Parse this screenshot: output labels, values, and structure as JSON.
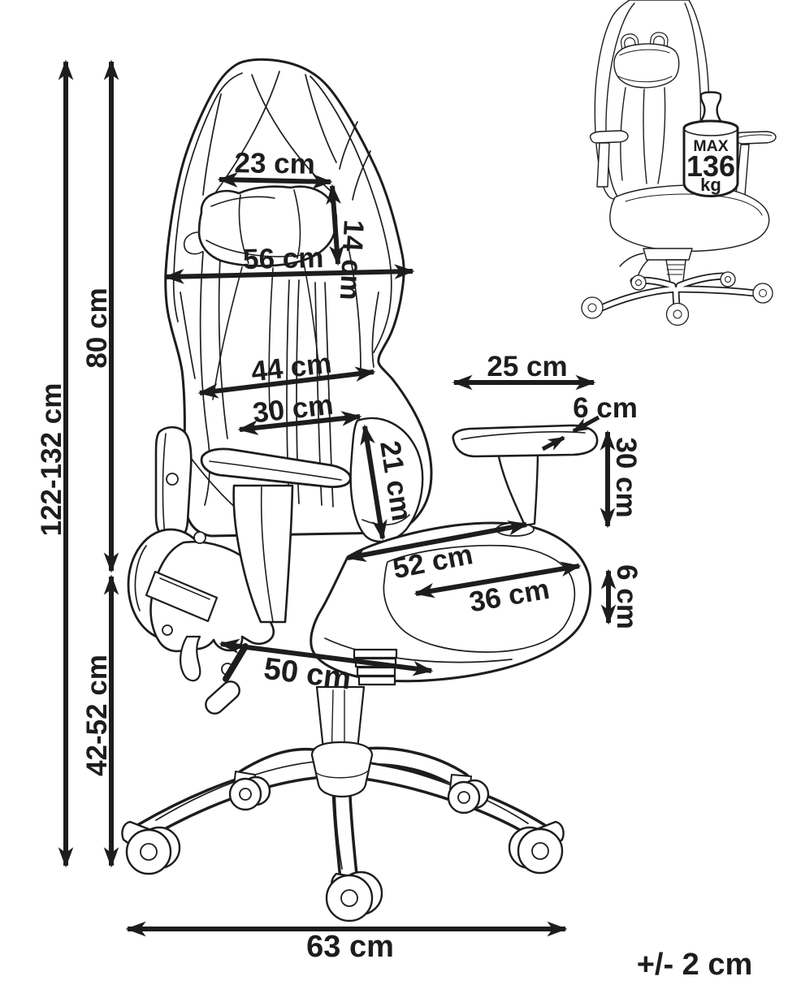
{
  "title": "Gaming chair dimension diagram",
  "colors": {
    "background": "#ffffff",
    "ink": "#1d1d1b"
  },
  "tolerance_note": "+/- 2 cm",
  "max_load": {
    "prefix": "MAX",
    "value": "136",
    "unit": "kg"
  },
  "dimensions": {
    "total_height": "122-132 cm",
    "backrest_height": "80 cm",
    "seat_height": "42-52 cm",
    "headrest_width": "23 cm",
    "headrest_height": "14 cm",
    "backrest_width": "56 cm",
    "backrest_mid_width": "44 cm",
    "lumbar_width": "30 cm",
    "lumbar_height": "21 cm",
    "armrest_length": "25 cm",
    "armrest_pad_thickness": "6 cm",
    "armrest_height": "30 cm",
    "seat_width": "52 cm",
    "seat_inner_width": "36 cm",
    "seat_cushion_thickness": "6 cm",
    "seat_base_width": "50 cm",
    "base_width": "63 cm"
  }
}
